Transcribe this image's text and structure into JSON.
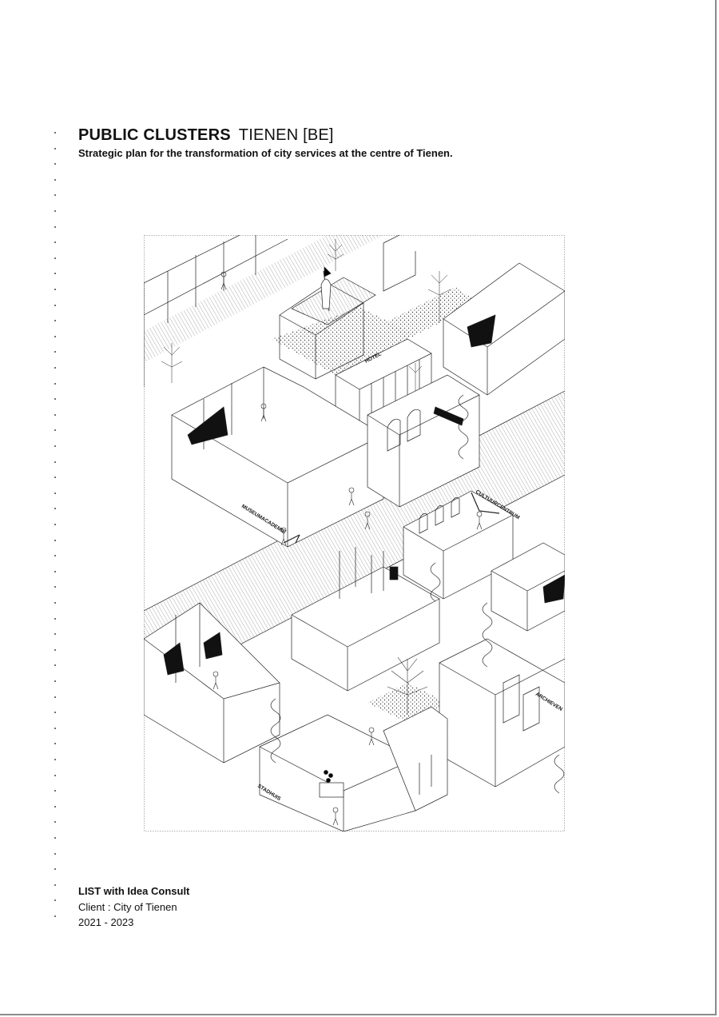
{
  "project": {
    "title": "PUBLIC CLUSTERS",
    "location": "TIENEN [BE]",
    "subtitle": "Strategic plan for the transformation of city services at the centre of Tienen."
  },
  "drawing": {
    "labels": {
      "museum": "MUSEUMACADEMIE",
      "hotel": "HOTEL",
      "cultural": "CULTUURCENTRUM",
      "archive": "ARCHIEVEN",
      "town_hall": "STADHUIS"
    }
  },
  "credits": {
    "firm": "LIST with Idea Consult",
    "client": "Client : City of Tienen",
    "years": "2021 - 2023"
  }
}
